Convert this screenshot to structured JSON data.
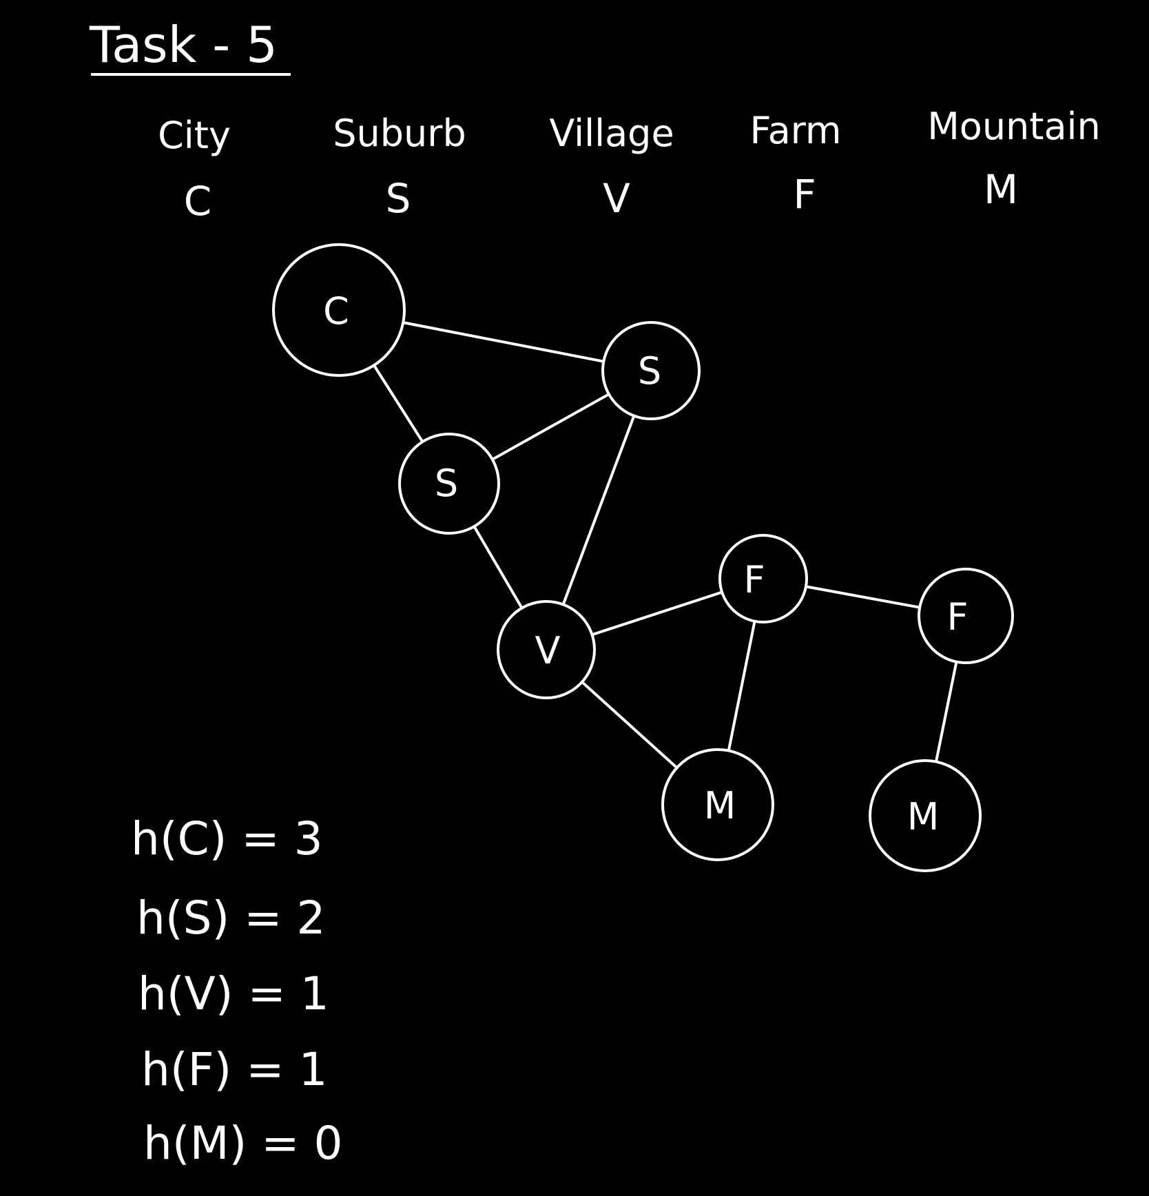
{
  "title": "Task - 5",
  "legend": [
    {
      "name": "City",
      "abbr": "C"
    },
    {
      "name": "Suburb",
      "abbr": "S"
    },
    {
      "name": "Village",
      "abbr": "V"
    },
    {
      "name": "Farm",
      "abbr": "F"
    },
    {
      "name": "Mountain",
      "abbr": "M"
    }
  ],
  "nodes": [
    {
      "id": "n1",
      "label": "C"
    },
    {
      "id": "n2",
      "label": "S"
    },
    {
      "id": "n3",
      "label": "S"
    },
    {
      "id": "n4",
      "label": "V"
    },
    {
      "id": "n5",
      "label": "F"
    },
    {
      "id": "n6",
      "label": "F"
    },
    {
      "id": "n7",
      "label": "M"
    },
    {
      "id": "n8",
      "label": "M"
    }
  ],
  "edges": [
    [
      "n1",
      "n2"
    ],
    [
      "n1",
      "n3"
    ],
    [
      "n3",
      "n2"
    ],
    [
      "n3",
      "n4"
    ],
    [
      "n2",
      "n4"
    ],
    [
      "n4",
      "n5"
    ],
    [
      "n5",
      "n6"
    ],
    [
      "n5",
      "n7"
    ],
    [
      "n4",
      "n7"
    ],
    [
      "n6",
      "n8"
    ]
  ],
  "heuristics": [
    "h(C) = 3",
    "h(S) = 2",
    "h(V) = 1",
    "h(F) = 1",
    "h(M) = 0"
  ],
  "colors": {
    "background": "#000000",
    "ink": "#ffffff"
  }
}
